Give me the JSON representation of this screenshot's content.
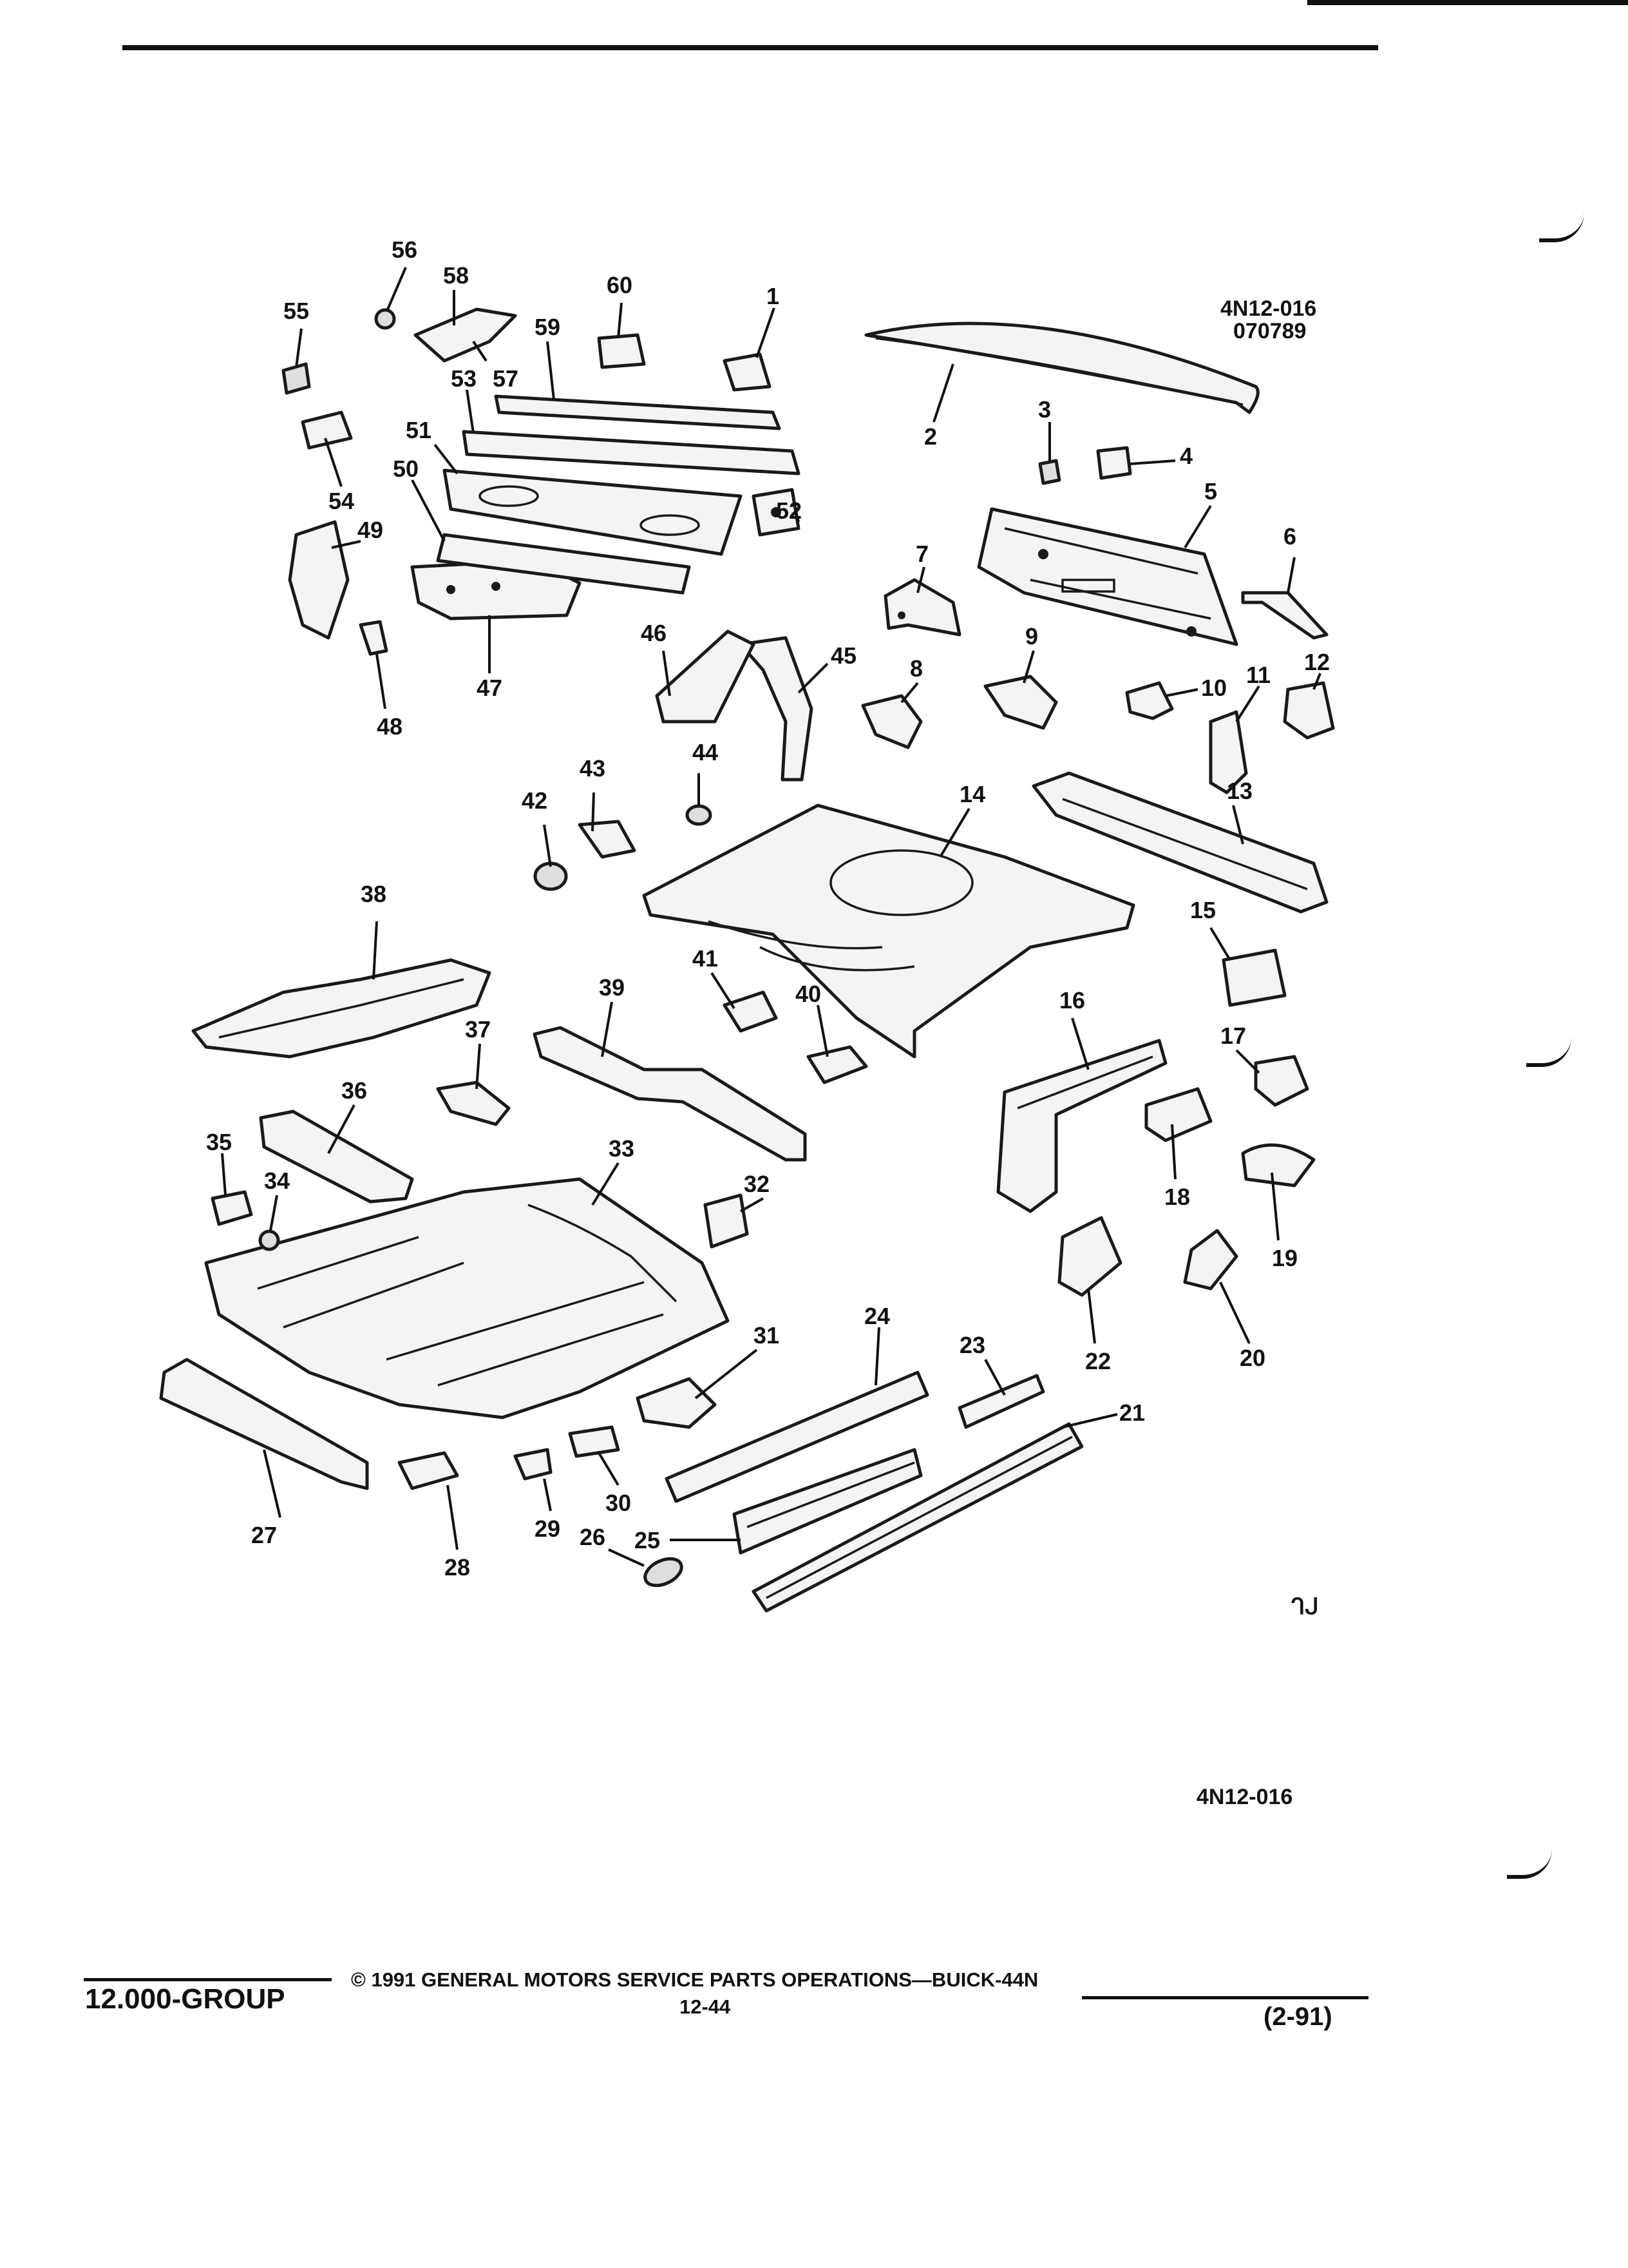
{
  "diagram": {
    "ref_code": "4N12-016",
    "ref_date": "070789",
    "ref_code_bottom": "4N12-016",
    "corner_mark": "ᒉᒍ",
    "callouts": [
      "1",
      "2",
      "3",
      "4",
      "5",
      "6",
      "7",
      "8",
      "9",
      "10",
      "11",
      "12",
      "13",
      "14",
      "15",
      "16",
      "17",
      "18",
      "19",
      "20",
      "21",
      "22",
      "23",
      "24",
      "25",
      "26",
      "27",
      "28",
      "29",
      "30",
      "31",
      "32",
      "33",
      "34",
      "35",
      "36",
      "37",
      "38",
      "39",
      "40",
      "41",
      "42",
      "43",
      "44",
      "45",
      "46",
      "47",
      "48",
      "49",
      "50",
      "51",
      "52",
      "53",
      "54",
      "55",
      "56",
      "57",
      "58",
      "59",
      "60"
    ]
  },
  "footer": {
    "group": "12.000-GROUP",
    "copyright": "© 1991 GENERAL MOTORS SERVICE PARTS OPERATIONS—BUICK-44N",
    "page": "12-44",
    "revision": "(2-91)"
  }
}
